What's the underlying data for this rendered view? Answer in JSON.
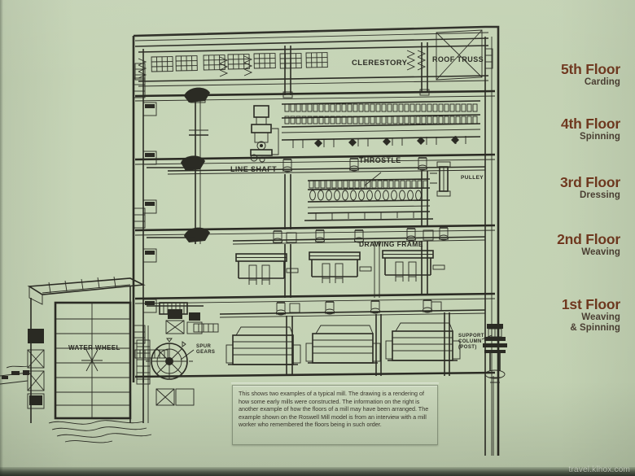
{
  "panel": {
    "background_color": "#c3d2b4",
    "ink_color": "#2b2b24",
    "heading_color": "#70391f",
    "subheading_color": "#4c4034"
  },
  "floor_legend": [
    {
      "title": "5th Floor",
      "subtitle": "Carding"
    },
    {
      "title": "4th Floor",
      "subtitle": "Spinning"
    },
    {
      "title": "3rd Floor",
      "subtitle": "Dressing"
    },
    {
      "title": "2nd Floor",
      "subtitle": "Weaving"
    },
    {
      "title": "1st Floor",
      "subtitle": "Weaving",
      "subtitle2": "& Spinning"
    }
  ],
  "diagram_labels": {
    "clerestory": "CLERESTORY",
    "roof_truss": "ROOF TRUSS",
    "line_shaft": "LINE SHAFT",
    "throstle": "THROSTLE",
    "pulley": "PULLEY",
    "drawing_frame": "DRAWING FRAME",
    "water_wheel": "WATER WHEEL",
    "spur_gears_line1": "SPUR",
    "spur_gears_line2": "GEARS",
    "support_column_line1": "SUPPORT",
    "support_column_line2": "COLUMN",
    "support_column_line3": "(POST)"
  },
  "caption": {
    "text": "This shows two examples of a typical mill. The drawing is a rendering of how some early mills were constructed. The information on the right is another example of how the floors of a mill may have been arranged. The example shown on the Roswell Mill model is from an interview with a mill worker who remembered the floors being in such order."
  },
  "watermark": {
    "text": "travel.klhox.com"
  }
}
